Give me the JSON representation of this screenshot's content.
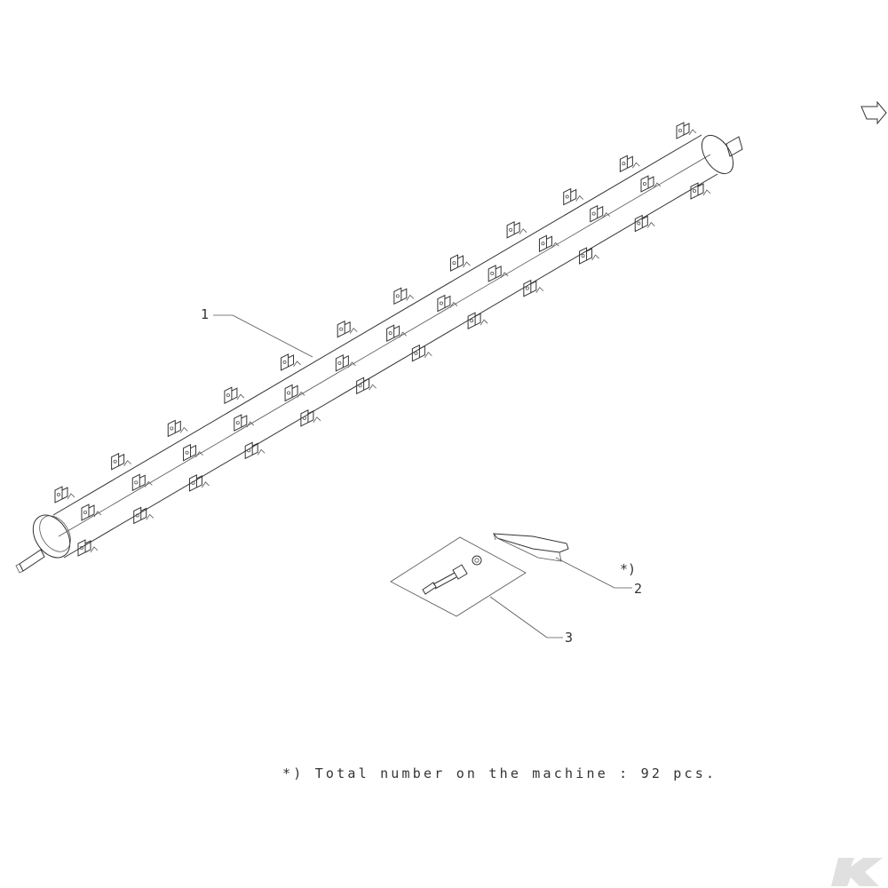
{
  "callouts": {
    "item1": "1",
    "item2": "2",
    "item2_marker": "*)",
    "item3": "3"
  },
  "footnote": "*) Total number on the machine : 92 pcs.",
  "icons": {
    "navigation": "arrow-outline-icon",
    "brand": "k-logo-icon"
  },
  "colors": {
    "line": "#333333",
    "watermark": "#e0e0e0"
  }
}
